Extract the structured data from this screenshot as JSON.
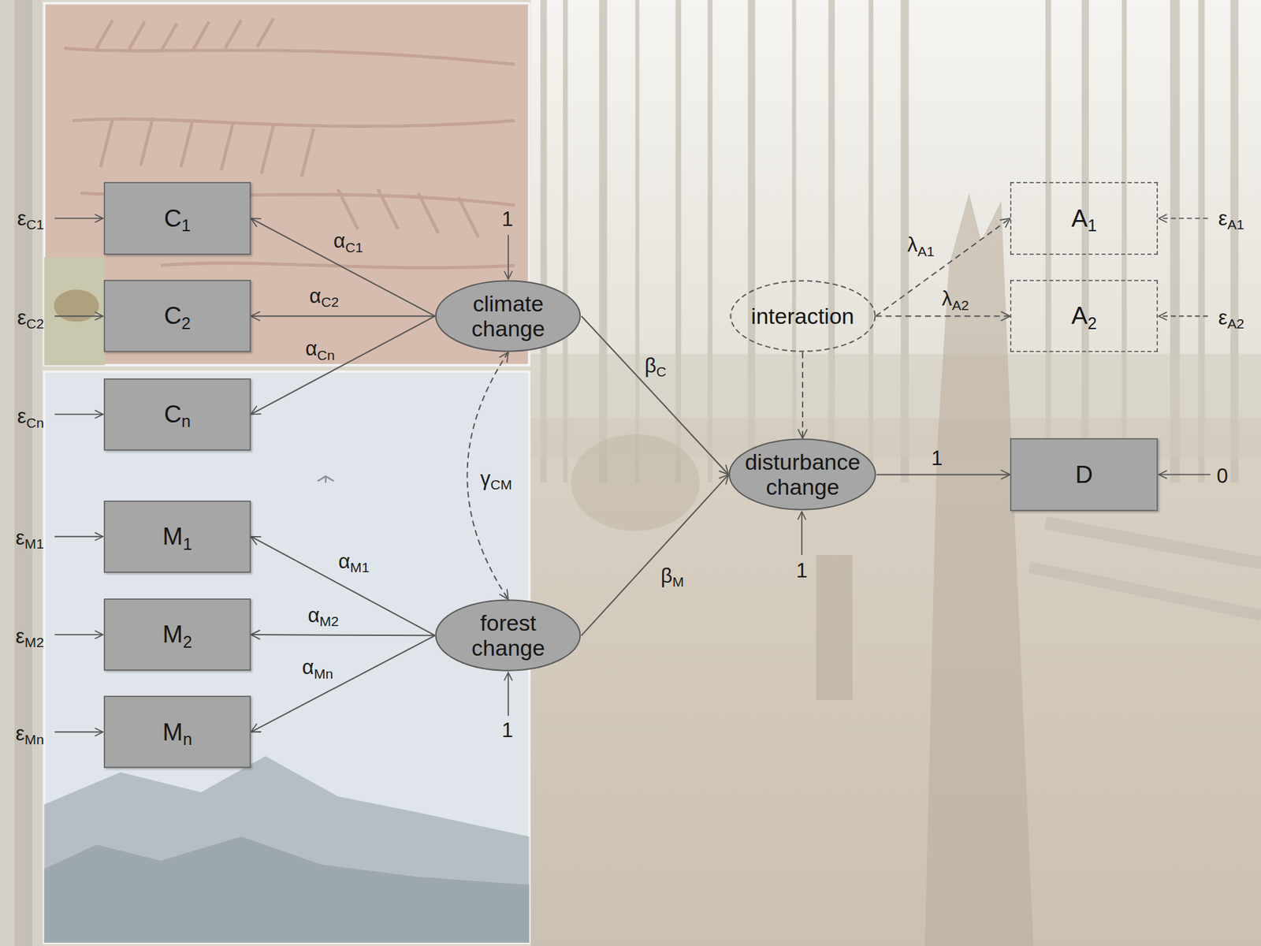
{
  "diagram": {
    "nodes": [
      {
        "text": [
          "C1"
        ]
      },
      {
        "text": [
          "C2"
        ]
      },
      {
        "text": [
          "Cn"
        ]
      },
      {
        "text": [
          "M1"
        ]
      },
      {
        "text": [
          "M2"
        ]
      },
      {
        "text": [
          "Mn"
        ]
      },
      {
        "text": [
          "climate change"
        ]
      },
      {
        "text": [
          "forest change"
        ]
      },
      {
        "text": [
          "interaction"
        ]
      },
      {
        "text": [
          "A1"
        ]
      },
      {
        "text": [
          "A2"
        ]
      },
      {
        "text": [
          "disturbance change"
        ]
      },
      {
        "text": [
          "D"
        ]
      }
    ],
    "edges": [
      {
        "from": 6,
        "to": 0,
        "arrow": "to",
        "label": "αC1"
      },
      {
        "from": 6,
        "to": 1,
        "arrow": "to",
        "label": "αC2"
      },
      {
        "from": 6,
        "to": 2,
        "arrow": "to",
        "label": "αCn"
      },
      {
        "from": 7,
        "to": 3,
        "arrow": "to",
        "label": "αM1"
      },
      {
        "from": 7,
        "to": 4,
        "arrow": "to",
        "label": "αM2"
      },
      {
        "from": 7,
        "to": 5,
        "arrow": "to",
        "label": "αMn"
      },
      {
        "from": 6,
        "to": 7,
        "arrow": "both",
        "label": "γCM"
      },
      {
        "from": 6,
        "to": 11,
        "arrow": "to",
        "label": "βC"
      },
      {
        "from": 7,
        "to": 11,
        "arrow": "to",
        "label": "βM"
      },
      {
        "from": 8,
        "to": 9,
        "arrow": "to",
        "label": "λA1"
      },
      {
        "from": 8,
        "to": 10,
        "arrow": "to",
        "label": "λA2"
      },
      {
        "from": 8,
        "to": 11,
        "arrow": "to"
      },
      {
        "from": 11,
        "to": 12,
        "arrow": "to",
        "label": "1"
      }
    ],
    "labels": [
      "εC1",
      "εC2",
      "εCn",
      "εM1",
      "εM2",
      "εMn",
      "1",
      "1",
      "εA1",
      "εA2",
      "0",
      "1"
    ]
  }
}
